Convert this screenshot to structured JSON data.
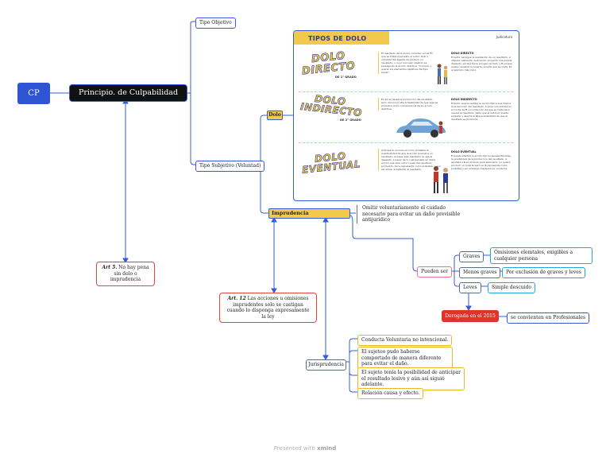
{
  "root": {
    "label": "CP"
  },
  "main_topic": {
    "label": "Principio. de Culpabilidad"
  },
  "tipo_objetivo": {
    "label": "Tipo Objetivo"
  },
  "tipo_subjetivo": {
    "label": "Tipo Subjetivo (Voluntad)"
  },
  "dolo": {
    "label": "Dolo"
  },
  "imprudencia": {
    "label": "Imprudencia"
  },
  "imprudencia_def": "Omitir voluntariamente el cuidado necesario para evitar un daño previsible antijurídico",
  "art5": {
    "ref": "Art 5.",
    "text": " No hay pena sin dolo o imprudencia"
  },
  "art12": {
    "ref": "Art. 12",
    "text": " Las acciones u omisiones imprudentes solo se castigan cuando lo disponga expresamente la ley"
  },
  "pueden_ser": {
    "label": "Pueden ser"
  },
  "graves": {
    "label": "Graves",
    "desc": "Omisiones elemtales, exigibles a cualquier persona"
  },
  "menos_graves": {
    "label": "Menos graves",
    "desc": "Por exclusión de graves y leves"
  },
  "leves": {
    "label": "Leves",
    "desc": "Simple descuido"
  },
  "derogada": {
    "label": "Derogada en el 2015",
    "desc": "se convienten en Profesionales"
  },
  "jurisprudencia": {
    "label": "Jurisprudencia",
    "items": [
      "Conducta Voluntaria no intencional.",
      "El sujetoo pudo haberse comportado de manera diferente para evitar el daño.",
      "El sujeto tenía la posibilidad de anticipar el resultado lesivo y aún así siguió adelante.",
      "Relación causa y efecto."
    ]
  },
  "infographic": {
    "title": "TIPOS DE DOLO",
    "brand": "Judicatura",
    "rows": [
      {
        "word1": "DOLO",
        "word2": "DIRECTO",
        "grade": "DE 1° GRADO",
        "text": "El resultado de la acción coincide con el fin que se había propuesto el autor. Dolo o voluntad del agente de producir un resultado, o cuyo concreto objetivo es perseguido la acción delictiva. \"Conocer y querer los elementos objetivos del tipo penal\".",
        "def_title": "DOLO DIRECTO",
        "def_text": "El autor persigue la realización de un resultado. A dispara, sabiendo, queriendo, proyecto una pistola deseado, porque tiene el lugar cerrado, y B porque quiere causarle la muerte, sucede que se mata. Es el ejemplo más claro."
      },
      {
        "word1": "DOLO",
        "word2": "INDIRECTO",
        "grade": "DE 2° GRADO",
        "text": "Es Sé se desea la producción del resultado, pero conoce la alta probabilidad de que siga se produzca como consecuencia de su acción delictiva.",
        "def_title": "DOLO INDIRECTO",
        "def_text": "El autor quiere realizar la acción típica que lleva a la producción del resultado. A pone una bomba en el coche de B con intención de que se mata para causar el resultado. Sabe que el vehículo puede explotar y asume la alta probabilidad de que el resultado se produzca."
      },
      {
        "word1": "DOLO",
        "word2": "EVENTUAL",
        "grade": "",
        "text": "Anticipa la ocurrencia como probable la eventualidad de que la acción produzca un resultado, aunque este resultado no sea el deseado, a pesar de lo cual persiste en dicha acción que obra como causa del resultado producido. Se lo representa como probable, y aun así actúa, aceptando el resultado.",
        "def_title": "DOLO EVENTUAL",
        "def_text": "El sujeto efectúa la acción típica representándose la posibilidad de la producción del resultado. A apuñala a B en el tórax para lesionarlo, no quiere producir su muerte pero se la representa como probable y sin embargo mantiene su conducta."
      }
    ]
  },
  "footer": {
    "prefix": "Presented with ",
    "brand": "xmind"
  },
  "colors": {
    "blue": "#3a5bd9",
    "gold": "#f2c94c",
    "red": "#e2463a",
    "cyan": "#22a7d8",
    "navy": "#2b3a8c"
  }
}
